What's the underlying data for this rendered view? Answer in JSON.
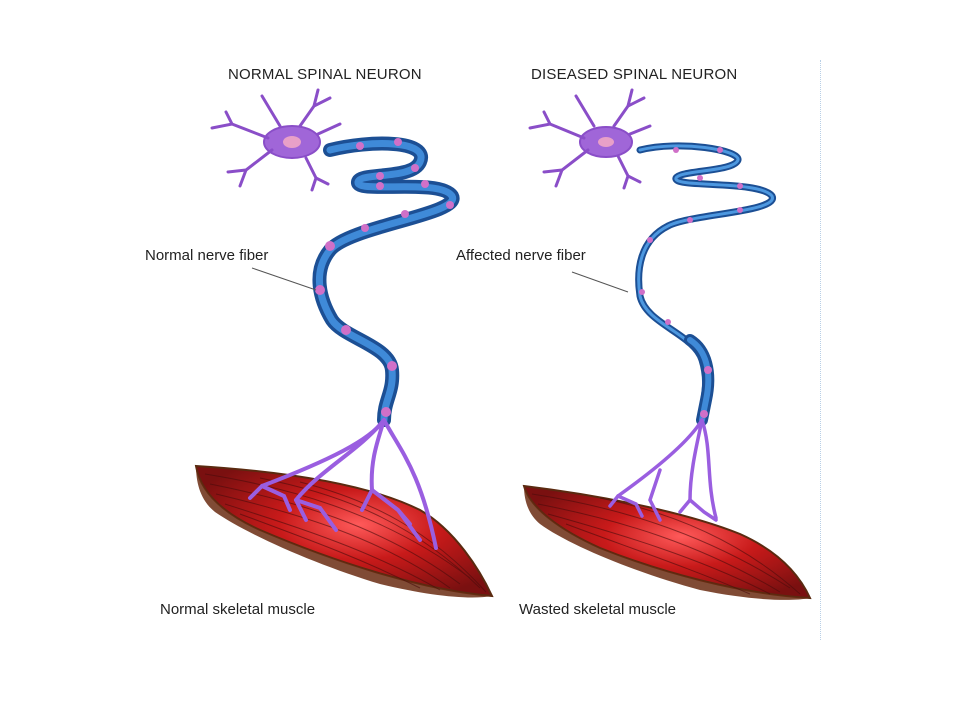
{
  "titles": {
    "normal": "NORMAL SPINAL NEURON",
    "diseased": "DISEASED SPINAL NEURON"
  },
  "labels": {
    "normal_fiber": "Normal nerve fiber",
    "affected_fiber": "Affected nerve fiber",
    "normal_muscle": "Normal skeletal muscle",
    "wasted_muscle": "Wasted skeletal muscle"
  },
  "colors": {
    "cell_body": "#a066d8",
    "nucleus": "#e8a0c8",
    "myelin": "#2e74c6",
    "myelin_edge": "#1c4f94",
    "node": "#d070c8",
    "muscle": "#b01818",
    "muscle_dark": "#5a2a10",
    "terminal": "#9a5ee0"
  }
}
